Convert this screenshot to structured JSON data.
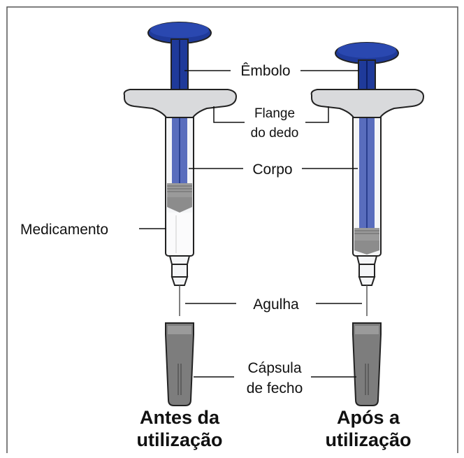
{
  "labels": {
    "plunger": "Êmbolo",
    "flange_line1": "Flange",
    "flange_line2": "do dedo",
    "barrel": "Corpo",
    "medication": "Medicamento",
    "needle": "Agulha",
    "cap_line1": "Cápsula",
    "cap_line2": "de fecho"
  },
  "captions": {
    "before_line1": "Antes da",
    "before_line2": "utilização",
    "after_line1": "Após a",
    "after_line2": "utilização"
  },
  "colors": {
    "plunger_blue": "#1f3a9a",
    "plunger_dark": "#0d1f66",
    "flange_gray": "#d9dadc",
    "barrel_fill": "#f4f5f7",
    "outline": "#2a2a2a",
    "stopper_gray": "#8c8c8c",
    "cap_gray": "#7d7d7d"
  }
}
